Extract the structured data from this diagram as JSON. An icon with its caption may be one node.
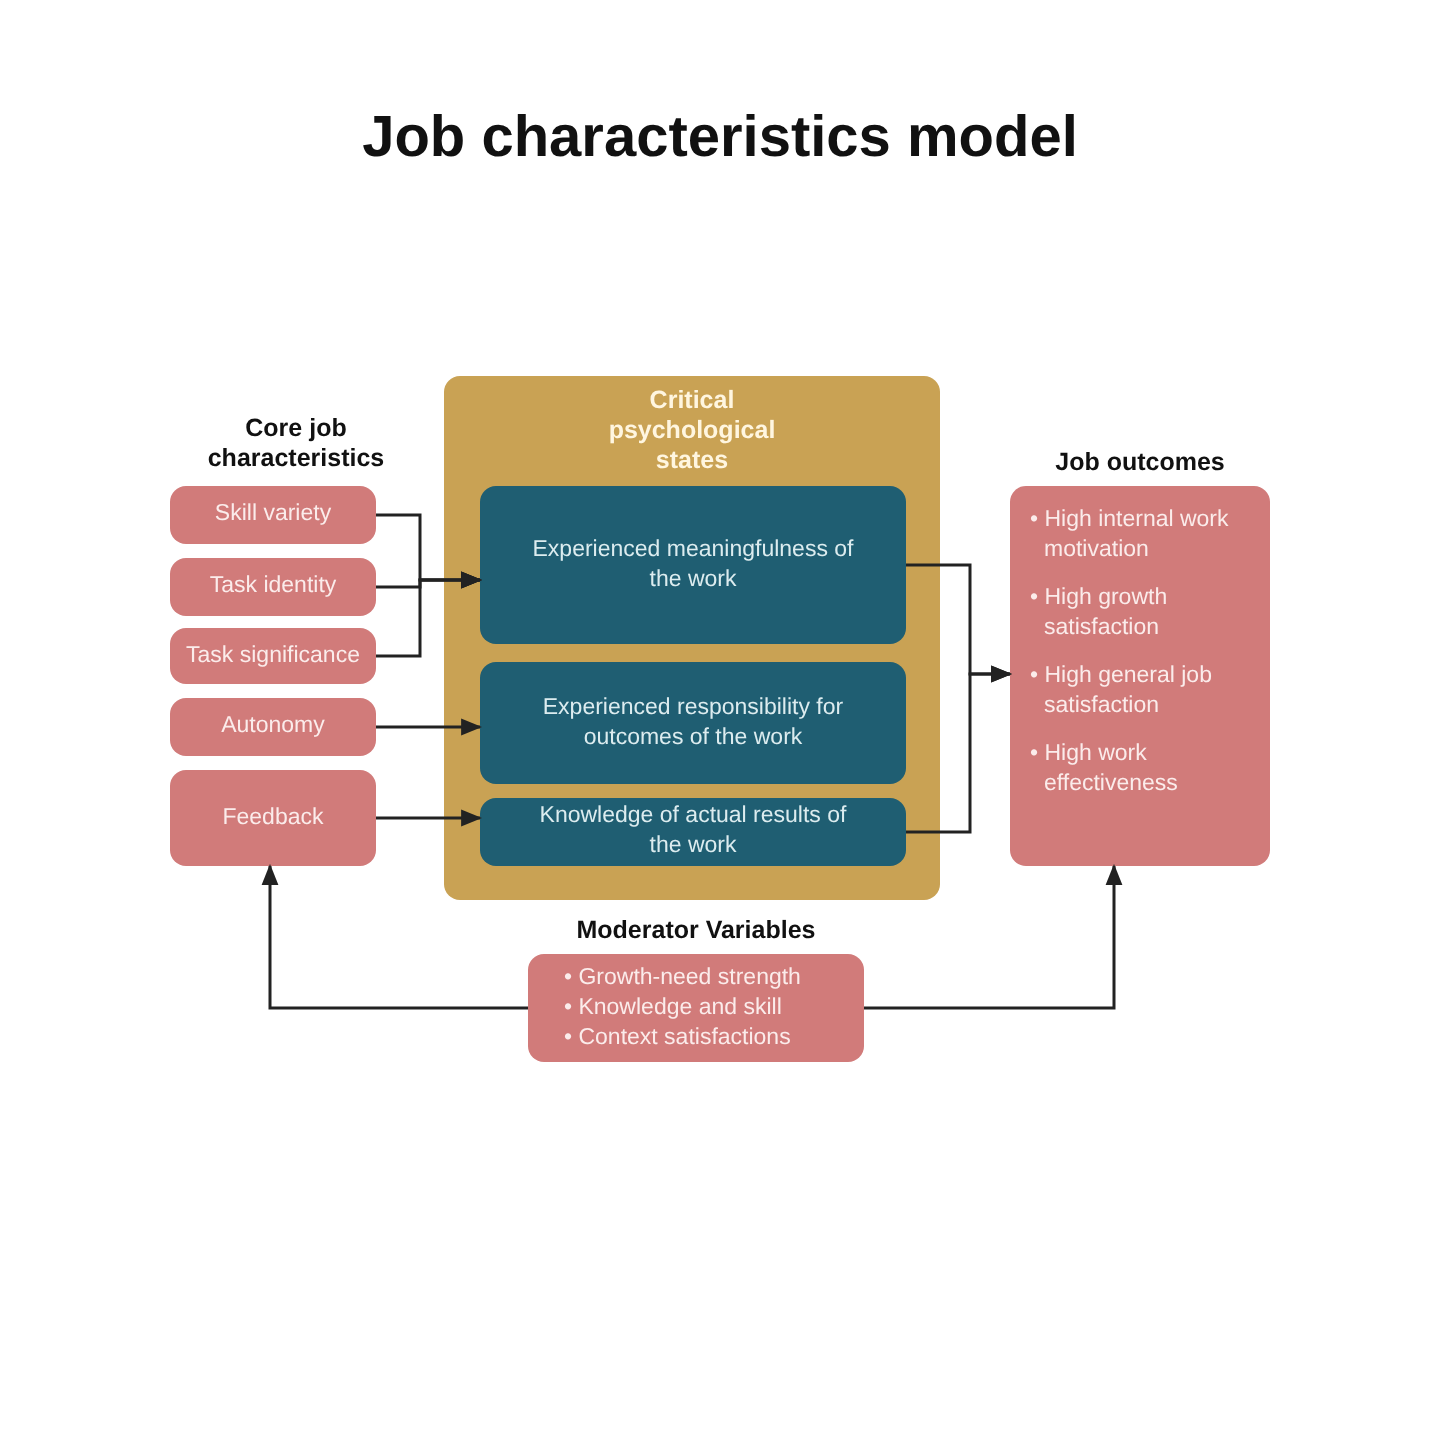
{
  "diagram": {
    "title": "Job characteristics model",
    "nodes": [
      {
        "text": [
          "Skill variety"
        ]
      },
      {
        "text": [
          "Task identity"
        ]
      },
      {
        "text": [
          "Task significance"
        ]
      },
      {
        "text": [
          "Autonomy"
        ]
      },
      {
        "text": [
          "Feedback"
        ]
      },
      {
        "text": [
          "Critical psychological states"
        ]
      },
      {
        "text": [
          "Experienced meaningfulness of the work"
        ],
        "in": 5
      },
      {
        "text": [
          "Experienced responsibility for outcomes of the work"
        ],
        "in": 5
      },
      {
        "text": [
          "Knowledge of actual results of the work"
        ],
        "in": 5
      },
      {
        "text": [
          "Job outcomes",
          "• High internal work motivation",
          "• High growth satisfaction",
          "• High general job satisfaction",
          "• High work effectiveness"
        ]
      },
      {
        "text": [
          "Moderator Variables",
          "• Growth-need strength",
          "• Knowledge and skill",
          "• Context satisfactions"
        ]
      }
    ],
    "edges": [
      {
        "from": 0,
        "to": 6,
        "arrow": "to"
      },
      {
        "from": 1,
        "to": 6,
        "arrow": "to"
      },
      {
        "from": 2,
        "to": 6,
        "arrow": "to"
      },
      {
        "from": 3,
        "to": 7,
        "arrow": "to"
      },
      {
        "from": 4,
        "to": 8,
        "arrow": "to"
      },
      {
        "from": 6,
        "to": 9,
        "arrow": "to"
      },
      {
        "from": 8,
        "to": 9,
        "arrow": "to"
      },
      {
        "from": 10,
        "to": 4,
        "arrow": "to"
      },
      {
        "from": 10,
        "to": 9,
        "arrow": "to"
      }
    ],
    "labels": [
      "Core job characteristics"
    ]
  }
}
